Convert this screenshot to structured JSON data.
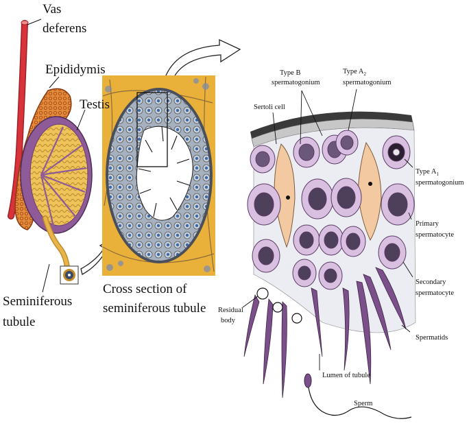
{
  "left_labels": {
    "vas_deferens": [
      "Vas",
      "deferens"
    ],
    "epididymis": "Epididymis",
    "testis": "Testis",
    "seminiferous_tubule": [
      "Seminiferous",
      "tubule"
    ],
    "cross_section": [
      "Cross section of",
      "seminiferous tubule"
    ]
  },
  "right_labels": {
    "type_b": [
      "Type B",
      "spermatogonium"
    ],
    "type_a2": [
      "Type A",
      "2",
      "spermatogonium"
    ],
    "sertoli": "Sertoli cell",
    "type_a1": [
      "Type A",
      "1",
      "spermatogonium"
    ],
    "primary": [
      "Primary",
      "spermatocyte"
    ],
    "secondary": [
      "Secondary",
      "spermatocyte"
    ],
    "residual": [
      "Residual",
      "body"
    ],
    "spermatids": "Spermatids",
    "lumen": "Lumen of tubule",
    "sperm": "Sperm"
  },
  "colors": {
    "vas_deferens": "#d8333a",
    "epididymis": "#e07a2e",
    "testis_outer": "#8e5a98",
    "testis_inner": "#e8b84a",
    "tubule_bg": "#e9b13a",
    "cell_gray": "#8e98a8",
    "cell_nucleus": "#3a6aa8",
    "lilac_cell": "#d9bfe0",
    "sertoli_fill": "#f2c9a0",
    "spermatid_purple": "#7a4f8a"
  }
}
